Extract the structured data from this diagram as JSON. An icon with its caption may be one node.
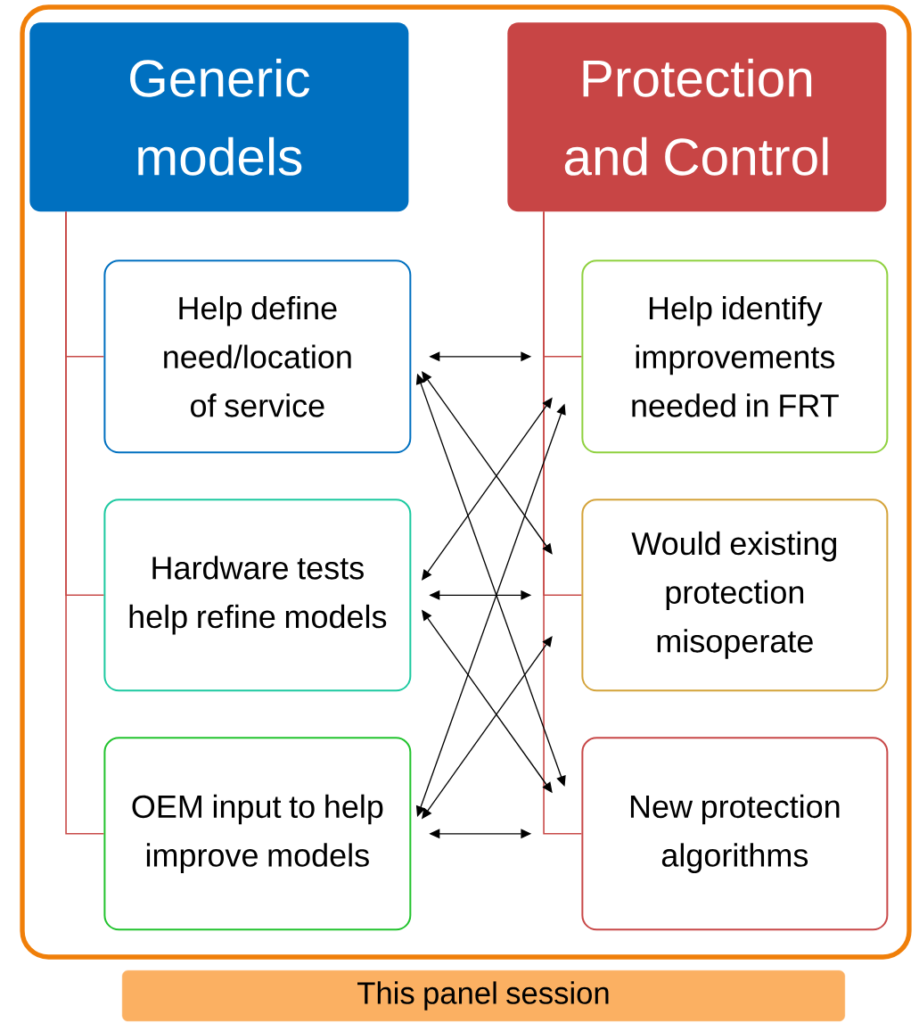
{
  "diagram": {
    "nodes": [
      {
        "text": [],
        "shape": "box"
      },
      {
        "text": [
          "Generic models"
        ],
        "in": 0
      },
      {
        "text": [
          "Help define need/location of service"
        ],
        "in": 0
      },
      {
        "text": [
          "Hardware tests help refine models"
        ],
        "in": 0
      },
      {
        "text": [
          "OEM input to help improve models"
        ],
        "in": 0
      },
      {
        "text": [
          "Protection and Control"
        ],
        "in": 0
      },
      {
        "text": [
          "Help identify improvements needed in FRT"
        ],
        "in": 0
      },
      {
        "text": [
          "Would existing protection misoperate"
        ],
        "in": 0
      },
      {
        "text": [
          "New protection algorithms"
        ],
        "in": 0
      },
      {
        "text": [
          "This panel session"
        ]
      }
    ],
    "edges": [
      {
        "from": 1,
        "to": 2,
        "arrow": "none",
        "color": "#c84a48"
      },
      {
        "from": 1,
        "to": 3,
        "arrow": "none",
        "color": "#c84a48"
      },
      {
        "from": 1,
        "to": 4,
        "arrow": "none",
        "color": "#c84a48"
      },
      {
        "from": 5,
        "to": 6,
        "arrow": "none",
        "color": "#c84a48"
      },
      {
        "from": 5,
        "to": 7,
        "arrow": "none",
        "color": "#c84a48"
      },
      {
        "from": 5,
        "to": 8,
        "arrow": "none",
        "color": "#c84a48"
      },
      {
        "from": 2,
        "to": 6,
        "arrow": "both"
      },
      {
        "from": 2,
        "to": 7,
        "arrow": "both"
      },
      {
        "from": 2,
        "to": 8,
        "arrow": "both"
      },
      {
        "from": 3,
        "to": 6,
        "arrow": "both"
      },
      {
        "from": 3,
        "to": 7,
        "arrow": "both"
      },
      {
        "from": 3,
        "to": 8,
        "arrow": "both"
      },
      {
        "from": 4,
        "to": 6,
        "arrow": "both"
      },
      {
        "from": 4,
        "to": 7,
        "arrow": "both"
      },
      {
        "from": 4,
        "to": 8,
        "arrow": "both"
      }
    ]
  }
}
